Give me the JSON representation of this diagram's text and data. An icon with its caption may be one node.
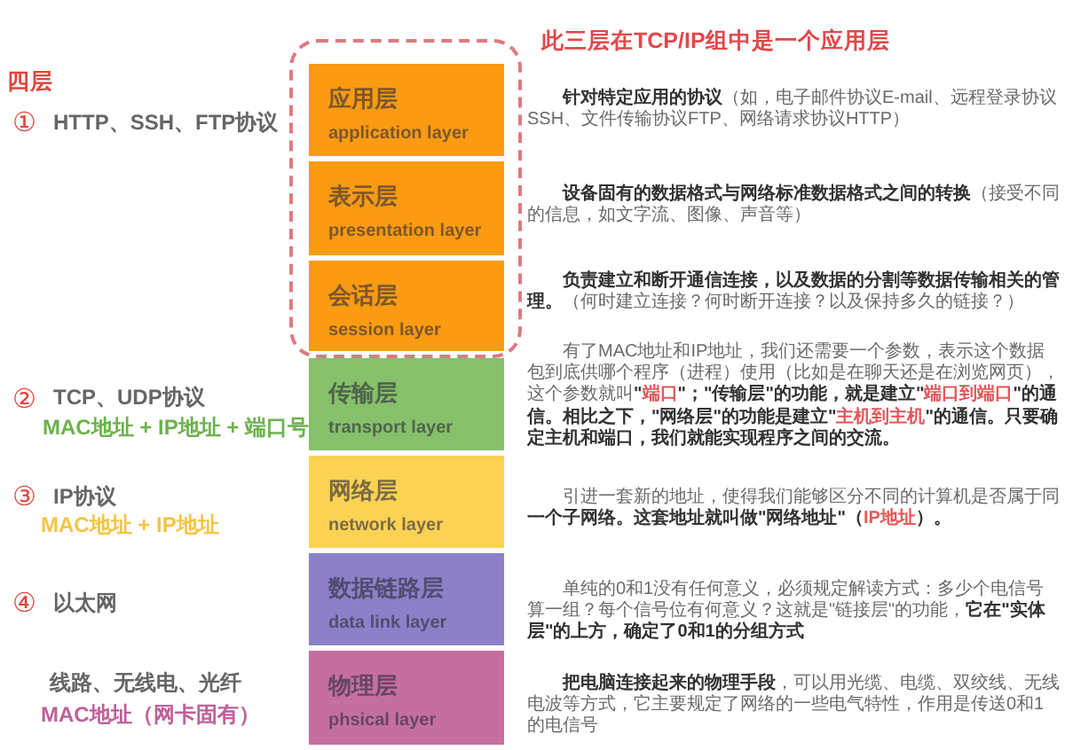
{
  "diagram": {
    "nodes": [
      {
        "text": [
          "此三层在TCP/IP组中是一个应用层"
        ]
      },
      {
        "text": [
          "应用层",
          "application layer"
        ],
        "in": 0,
        "beside": [
          "**针对特定应用的协议**（如，电子邮件协议E-mail、远程登录协议SSH、文件传输协议FTP、网络请求协议HTTP）"
        ]
      },
      {
        "text": [
          "表示层",
          "presentation layer"
        ],
        "in": 0,
        "beside": [
          "**设备固有的数据格式与网络标准数据格式之间的转换**（接受不同的信息，如文字流、图像、声音等）"
        ]
      },
      {
        "text": [
          "会话层",
          "session layer"
        ],
        "in": 0,
        "beside": [
          "**负责建立和断开通信连接，以及数据的分割等数据传输相关的管理。**（何时建立连接？何时断开连接？以及保持多久的链接？）"
        ]
      },
      {
        "text": [
          "传输层",
          "transport layer"
        ],
        "beside": [
          "有了MAC地址和IP地址，我们还需要一个参数，表示这个数据包到底供哪个程序（进程）使用（比如是在聊天还是在浏览网页），这个参数就叫**\"*端口*\"；\"传输层\"的功能，就是建立\"*端口到端口*\"的通信。相比之下，\"网络层\"的功能是建立\"*主机到主机*\"的通信。只要确定主机和端口，我们就能实现程序之间的交流。**"
        ]
      },
      {
        "text": [
          "网络层",
          "network layer"
        ],
        "beside": [
          "引进一套新的地址，使得我们能够区分不同的计算机是否属于同**一个子网络。这套地址就叫做\"网络地址\"（*IP地址*）。**"
        ]
      },
      {
        "text": [
          "数据链路层",
          "data link layer"
        ],
        "beside": [
          "单纯的0和1没有任何意义，必须规定解读方式：多少个电信号算一组？每个信号位有何意义？这就是\"链接层\"的功能，**它在\"实体层\"的上方，确定了0和1的分组方式**"
        ]
      },
      {
        "text": [
          "物理层",
          "phsical layer"
        ],
        "beside": [
          "**把电脑连接起来的物理手段**，可以用光缆、电缆、双绞线、无线电波等方式，它主要规定了网络的一些电气特性，作用是传送0和1的电信号"
        ]
      }
    ],
    "labels": [
      "四层",
      "①",
      "HTTP、SSH、FTP协议",
      "②",
      "TCP、UDP协议",
      "MAC地址 + IP地址 + 端口号",
      "③",
      "IP协议",
      "MAC地址 + IP地址",
      "④",
      "以太网",
      "线路、无线电、光纤",
      "MAC地址（网卡固有）"
    ]
  }
}
